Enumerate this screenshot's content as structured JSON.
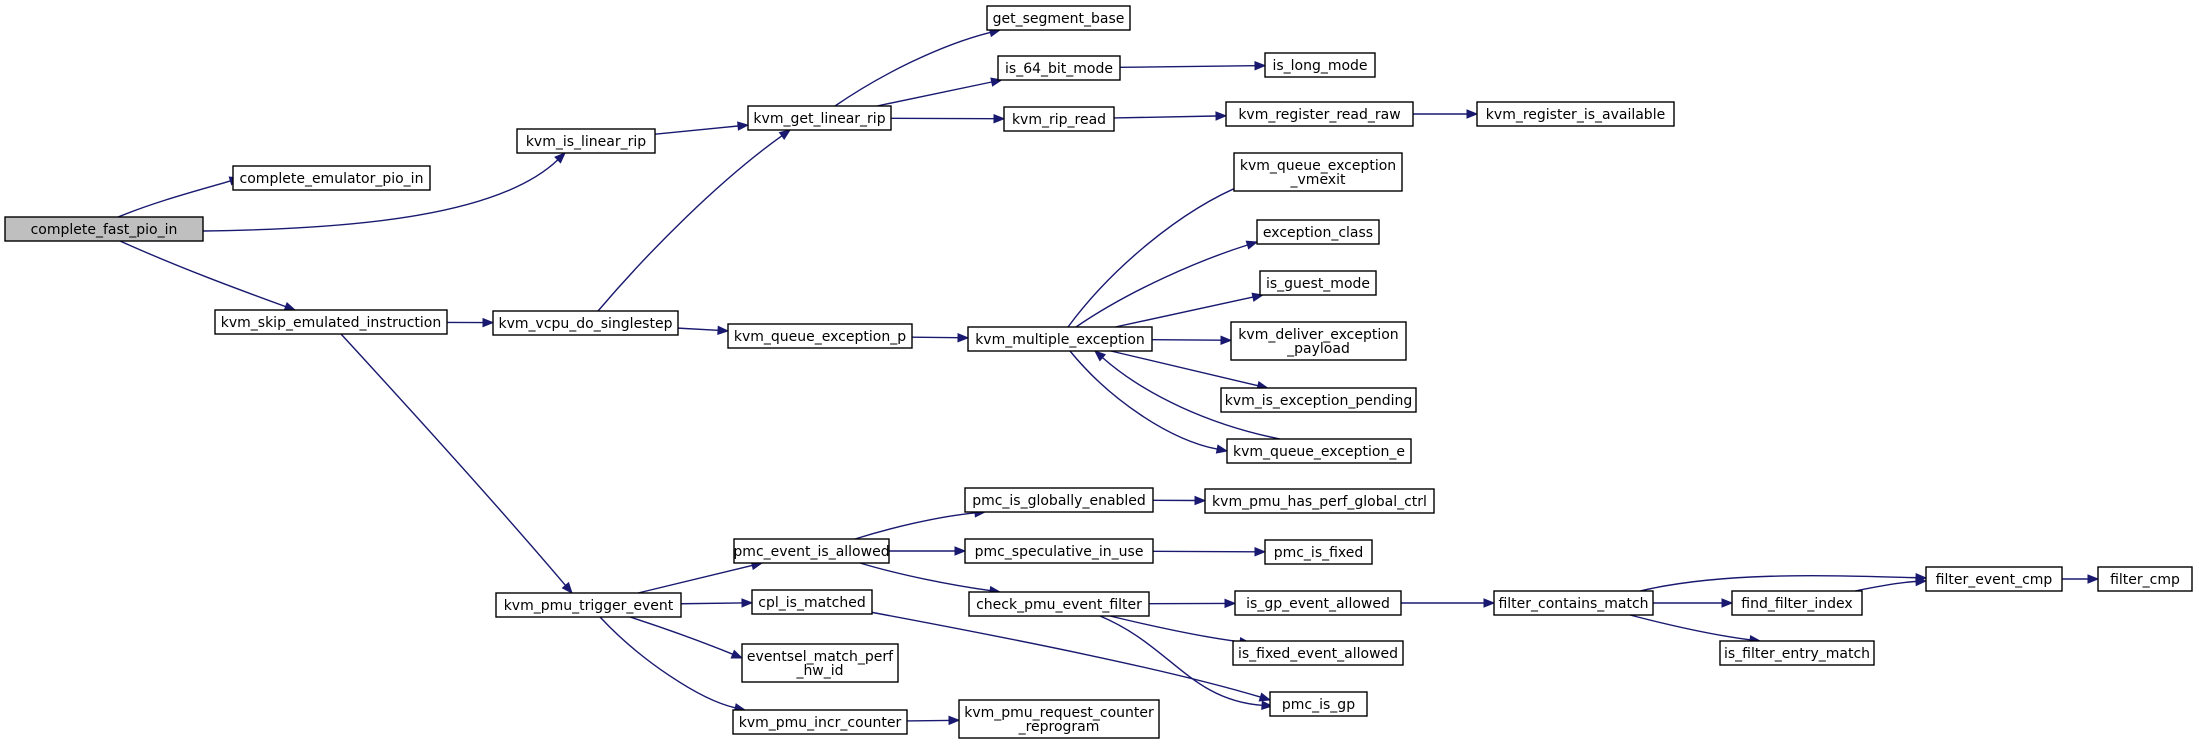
{
  "nodes": [
    {
      "id": "complete_fast_pio_in",
      "lines": [
        "complete_fast_pio_in"
      ],
      "root": true
    },
    {
      "id": "complete_emulator_pio_in",
      "lines": [
        "complete_emulator_pio_in"
      ]
    },
    {
      "id": "kvm_is_linear_rip",
      "lines": [
        "kvm_is_linear_rip"
      ]
    },
    {
      "id": "kvm_skip_emulated_instruction",
      "lines": [
        "kvm_skip_emulated_instruction"
      ]
    },
    {
      "id": "kvm_get_linear_rip",
      "lines": [
        "kvm_get_linear_rip"
      ]
    },
    {
      "id": "kvm_vcpu_do_singlestep",
      "lines": [
        "kvm_vcpu_do_singlestep"
      ]
    },
    {
      "id": "kvm_pmu_trigger_event",
      "lines": [
        "kvm_pmu_trigger_event"
      ]
    },
    {
      "id": "get_segment_base",
      "lines": [
        "get_segment_base"
      ]
    },
    {
      "id": "is_64_bit_mode",
      "lines": [
        "is_64_bit_mode"
      ]
    },
    {
      "id": "kvm_rip_read",
      "lines": [
        "kvm_rip_read"
      ]
    },
    {
      "id": "is_long_mode",
      "lines": [
        "is_long_mode"
      ]
    },
    {
      "id": "kvm_register_read_raw",
      "lines": [
        "kvm_register_read_raw"
      ]
    },
    {
      "id": "kvm_register_is_available",
      "lines": [
        "kvm_register_is_available"
      ]
    },
    {
      "id": "kvm_queue_exception_p",
      "lines": [
        "kvm_queue_exception_p"
      ]
    },
    {
      "id": "kvm_multiple_exception",
      "lines": [
        "kvm_multiple_exception"
      ]
    },
    {
      "id": "kvm_queue_exception_vmexit",
      "lines": [
        "kvm_queue_exception",
        "_vmexit"
      ]
    },
    {
      "id": "exception_class",
      "lines": [
        "exception_class"
      ]
    },
    {
      "id": "is_guest_mode",
      "lines": [
        "is_guest_mode"
      ]
    },
    {
      "id": "kvm_deliver_exception_payload",
      "lines": [
        "kvm_deliver_exception",
        "_payload"
      ]
    },
    {
      "id": "kvm_is_exception_pending",
      "lines": [
        "kvm_is_exception_pending"
      ]
    },
    {
      "id": "kvm_queue_exception_e",
      "lines": [
        "kvm_queue_exception_e"
      ]
    },
    {
      "id": "pmc_event_is_allowed",
      "lines": [
        "pmc_event_is_allowed"
      ]
    },
    {
      "id": "cpl_is_matched",
      "lines": [
        "cpl_is_matched"
      ]
    },
    {
      "id": "eventsel_match_perf_hw_id",
      "lines": [
        "eventsel_match_perf",
        "_hw_id"
      ]
    },
    {
      "id": "kvm_pmu_incr_counter",
      "lines": [
        "kvm_pmu_incr_counter"
      ]
    },
    {
      "id": "pmc_is_globally_enabled",
      "lines": [
        "pmc_is_globally_enabled"
      ]
    },
    {
      "id": "pmc_speculative_in_use",
      "lines": [
        "pmc_speculative_in_use"
      ]
    },
    {
      "id": "check_pmu_event_filter",
      "lines": [
        "check_pmu_event_filter"
      ]
    },
    {
      "id": "kvm_pmu_has_perf_global_ctrl",
      "lines": [
        "kvm_pmu_has_perf_global_ctrl"
      ]
    },
    {
      "id": "pmc_is_fixed",
      "lines": [
        "pmc_is_fixed"
      ]
    },
    {
      "id": "is_gp_event_allowed",
      "lines": [
        "is_gp_event_allowed"
      ]
    },
    {
      "id": "is_fixed_event_allowed",
      "lines": [
        "is_fixed_event_allowed"
      ]
    },
    {
      "id": "pmc_is_gp",
      "lines": [
        "pmc_is_gp"
      ]
    },
    {
      "id": "kvm_pmu_request_counter_reprogram",
      "lines": [
        "kvm_pmu_request_counter",
        "_reprogram"
      ]
    },
    {
      "id": "filter_contains_match",
      "lines": [
        "filter_contains_match"
      ]
    },
    {
      "id": "filter_event_cmp",
      "lines": [
        "filter_event_cmp"
      ]
    },
    {
      "id": "find_filter_index",
      "lines": [
        "find_filter_index"
      ]
    },
    {
      "id": "is_filter_entry_match",
      "lines": [
        "is_filter_entry_match"
      ]
    },
    {
      "id": "filter_cmp",
      "lines": [
        "filter_cmp"
      ]
    }
  ],
  "edges": [
    [
      "complete_fast_pio_in",
      "complete_emulator_pio_in"
    ],
    [
      "complete_fast_pio_in",
      "kvm_is_linear_rip"
    ],
    [
      "complete_fast_pio_in",
      "kvm_skip_emulated_instruction"
    ],
    [
      "kvm_is_linear_rip",
      "kvm_get_linear_rip"
    ],
    [
      "kvm_get_linear_rip",
      "get_segment_base"
    ],
    [
      "kvm_get_linear_rip",
      "is_64_bit_mode"
    ],
    [
      "kvm_get_linear_rip",
      "kvm_rip_read"
    ],
    [
      "is_64_bit_mode",
      "is_long_mode"
    ],
    [
      "kvm_rip_read",
      "kvm_register_read_raw"
    ],
    [
      "kvm_register_read_raw",
      "kvm_register_is_available"
    ],
    [
      "kvm_skip_emulated_instruction",
      "kvm_vcpu_do_singlestep"
    ],
    [
      "kvm_skip_emulated_instruction",
      "kvm_pmu_trigger_event"
    ],
    [
      "kvm_vcpu_do_singlestep",
      "kvm_get_linear_rip"
    ],
    [
      "kvm_vcpu_do_singlestep",
      "kvm_queue_exception_p"
    ],
    [
      "kvm_queue_exception_p",
      "kvm_multiple_exception"
    ],
    [
      "kvm_multiple_exception",
      "kvm_queue_exception_vmexit"
    ],
    [
      "kvm_multiple_exception",
      "exception_class"
    ],
    [
      "kvm_multiple_exception",
      "is_guest_mode"
    ],
    [
      "kvm_multiple_exception",
      "kvm_deliver_exception_payload"
    ],
    [
      "kvm_multiple_exception",
      "kvm_is_exception_pending"
    ],
    [
      "kvm_multiple_exception",
      "kvm_queue_exception_e"
    ],
    [
      "kvm_queue_exception_e",
      "kvm_multiple_exception"
    ],
    [
      "kvm_pmu_trigger_event",
      "pmc_event_is_allowed"
    ],
    [
      "kvm_pmu_trigger_event",
      "cpl_is_matched"
    ],
    [
      "kvm_pmu_trigger_event",
      "eventsel_match_perf_hw_id"
    ],
    [
      "kvm_pmu_trigger_event",
      "kvm_pmu_incr_counter"
    ],
    [
      "pmc_event_is_allowed",
      "pmc_is_globally_enabled"
    ],
    [
      "pmc_event_is_allowed",
      "pmc_speculative_in_use"
    ],
    [
      "pmc_event_is_allowed",
      "check_pmu_event_filter"
    ],
    [
      "pmc_is_globally_enabled",
      "kvm_pmu_has_perf_global_ctrl"
    ],
    [
      "pmc_speculative_in_use",
      "pmc_is_fixed"
    ],
    [
      "check_pmu_event_filter",
      "is_gp_event_allowed"
    ],
    [
      "check_pmu_event_filter",
      "is_fixed_event_allowed"
    ],
    [
      "check_pmu_event_filter",
      "pmc_is_gp"
    ],
    [
      "cpl_is_matched",
      "pmc_is_gp"
    ],
    [
      "kvm_pmu_incr_counter",
      "kvm_pmu_request_counter_reprogram"
    ],
    [
      "is_gp_event_allowed",
      "filter_contains_match"
    ],
    [
      "filter_contains_match",
      "filter_event_cmp"
    ],
    [
      "filter_contains_match",
      "find_filter_index"
    ],
    [
      "filter_contains_match",
      "is_filter_entry_match"
    ],
    [
      "find_filter_index",
      "filter_event_cmp"
    ],
    [
      "filter_event_cmp",
      "filter_cmp"
    ]
  ],
  "colors": {
    "edge": "#191970",
    "node_border": "#000000",
    "root_fill": "#bfbfbf",
    "node_fill": "#ffffff"
  }
}
